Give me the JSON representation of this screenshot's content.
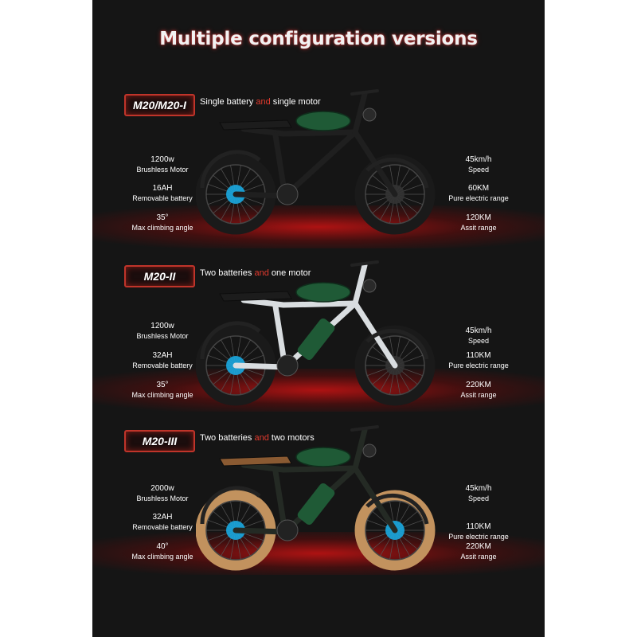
{
  "title": "Multiple configuration versions",
  "sections": [
    {
      "model": "M20/M20-I",
      "tagline_before": "Single battery ",
      "tagline_and": "and",
      "tagline_after": " single motor",
      "left": [
        {
          "value": "1200w",
          "label": "Brushless Motor"
        },
        {
          "value": "16AH",
          "label": "Removable battery"
        },
        {
          "value": "35°",
          "label": "Max climbing angle"
        }
      ],
      "right": [
        {
          "value": "45km/h",
          "label": "Speed"
        },
        {
          "value": "60KM",
          "label": "Pure electric range"
        },
        {
          "value": "120KM",
          "label": "Assit range"
        }
      ],
      "colors": {
        "frame": "#1f1f1f",
        "tank": "#1f5a36",
        "tire": "#1a1a1a",
        "hub": "#1aa8e0"
      }
    },
    {
      "model": "M20-II",
      "tagline_before": "Two batteries ",
      "tagline_and": "and",
      "tagline_after": " one motor",
      "left": [
        {
          "value": "1200w",
          "label": "Brushless Motor"
        },
        {
          "value": "32AH",
          "label": "Removable battery"
        },
        {
          "value": "35°",
          "label": "Max climbing angle"
        }
      ],
      "right": [
        {
          "value": "45km/h",
          "label": "Speed"
        },
        {
          "value": "110KM",
          "label": "Pure electric range"
        },
        {
          "value": "220KM",
          "label": "Assit range"
        }
      ],
      "colors": {
        "frame": "#d9dde0",
        "tank": "#1f5a36",
        "tire": "#1a1a1a",
        "hub": "#1aa8e0"
      }
    },
    {
      "model": "M20-III",
      "tagline_before": "Two batteries ",
      "tagline_and": "and",
      "tagline_after": " two motors",
      "left": [
        {
          "value": "2000w",
          "label": "Brushless Motor"
        },
        {
          "value": "32AH",
          "label": "Removable battery"
        },
        {
          "value": "40°",
          "label": "Max climbing angle"
        }
      ],
      "right": [
        {
          "value": "45km/h",
          "label": "Speed"
        },
        {
          "value": "110KM",
          "label": "Pure electric range"
        },
        {
          "value": "220KM",
          "label": "Assit range"
        }
      ],
      "colors": {
        "frame": "#242a24",
        "tank": "#1f5a36",
        "tire": "#c2925e",
        "hub": "#1aa8e0"
      }
    }
  ]
}
